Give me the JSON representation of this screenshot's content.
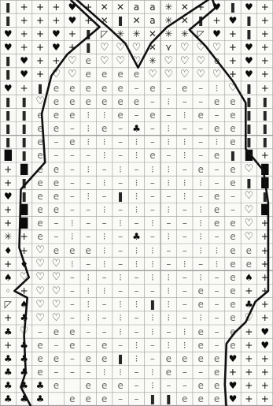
{
  "pattern": {
    "symbols": {
      "#": "█",
      "+": "+",
      "H": "♥",
      "h": "♡",
      "C": "♣",
      "S": "♠",
      "D": "♦",
      "=": "❚",
      "e": "e",
      "-": "–",
      ":": "⁝",
      "a": "a",
      "*": "✳",
      "x": "✕",
      "/": "◸",
      "v": "⋎",
      "o": "◦",
      ".": ""
    },
    "rows": [
      "=+++H+xxaa*x+H=H+",
      "=+++H+x=xa*x=+H=+",
      "H++H+=/**x**/H+=+",
      "H++H+=hhhxvhhh+H+",
      "=H++hehhh*hhhe+H+",
      "=H+hheeeehhhhh+H+",
      "H+=eeeee-e-e-:h=+",
      "==heeeeee-:--ee==",
      "==eee::e-e-:e-e==",
      "==ee-:e-C-:--ee==",
      "==e-e::-:-::-:e==",
      "#=e---:-:e-:-e=#+",
      "+#ee-:-:-::-e-eh#",
      "+=ee--:-:-:::-e=#",
      "H=ee-:-=:--:-e-h=",
      "+#ee--:-:-:-:e-h#",
      "+#e-:--:-:--:eeh+",
      "*+e-:-:-C-:-:-eh+",
      "D+heee:-::--::ee+",
      "+Dhh:-:-::-:-:ee+",
      "Shhh-:-:-::-:-eS+",
      "o+hh-::---:-e-e++",
      "/Shh-:-::=:-e-eC+",
      "+Chh-:-:-::-:-eh+",
      "Ch-ee--:-:-:e-e+H",
      "+Ce-e-e-:-::e-e+H",
      "CCee-ee=:-eeeeH++",
      "CCe---::-:e--e+++",
      "CCCe.eee-:--eeH++",
      "CCC.eee--==eeeH++"
    ],
    "palette": {
      "paper": "#f4f4f1",
      "ink": "#1c1c1c",
      "grid": "#9a9a9a",
      "outline": "#151515"
    }
  }
}
